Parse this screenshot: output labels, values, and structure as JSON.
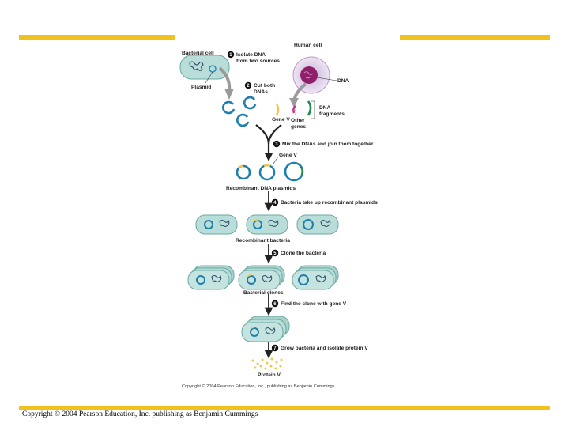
{
  "diagram": {
    "bacterial_cell": "Bacterial cell",
    "plasmid": "Plasmid",
    "human_cell": "Human cell",
    "dna": "DNA",
    "dna_fragments": [
      "DNA",
      "fragments"
    ],
    "gene_v": "Gene V",
    "other_genes": [
      "Other",
      "genes"
    ],
    "gene_v_2": "Gene V",
    "recombinant_plasmids": "Recombinant DNA plasmids",
    "recombinant_bacteria": "Recombinant bacteria",
    "bacterial_clones": "Bacterial clones",
    "protein_v": "Protein V",
    "steps": [
      {
        "number": "1",
        "lines": [
          "Isolate DNA",
          "from two sources"
        ]
      },
      {
        "number": "2",
        "lines": [
          "Cut both",
          "DNAs"
        ]
      },
      {
        "number": "3",
        "lines": [
          "Mix the DNAs and join them together"
        ]
      },
      {
        "number": "4",
        "lines": [
          "Bacteria take up recombinant plasmids"
        ]
      },
      {
        "number": "5",
        "lines": [
          "Clone the bacteria"
        ]
      },
      {
        "number": "6",
        "lines": [
          "Find the clone with gene V"
        ]
      },
      {
        "number": "7",
        "lines": [
          "Grow bacteria and isolate protein V"
        ]
      }
    ],
    "figure_copyright": "Copyright © 2004 Pearson Education, Inc., publishing as Benjamin Cummings."
  },
  "footer": {
    "copyright": "Copyright © 2004 Pearson Education, Inc. publishing as Benjamin Cummings"
  },
  "colors": {
    "accent_bar": "#f0c21e",
    "cell_fill": "#b9ddd8",
    "plasmid_ring": "#2a8fbf",
    "gene_v": "#f1c84a",
    "human_nucleus": "#8e1f6b",
    "protein": "#e8c94a"
  }
}
